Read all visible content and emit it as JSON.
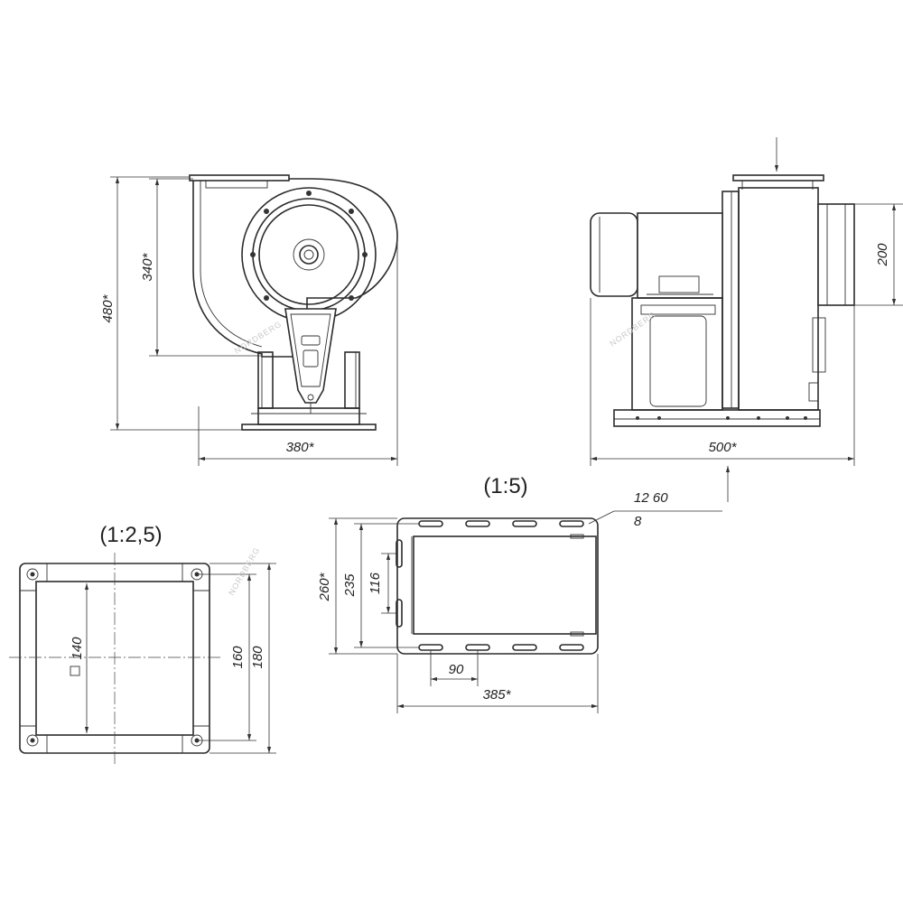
{
  "watermark": "NORDBERG",
  "front_view": {
    "dim_height_total": "480*",
    "dim_height_axis": "340*",
    "dim_width": "380*"
  },
  "side_view": {
    "dim_outlet": "200",
    "dim_length": "500*"
  },
  "flange_view": {
    "scale": "(1:2,5)",
    "dim_inner_square": "140",
    "dim_hole_pitch": "160",
    "dim_outer": "180"
  },
  "base_view": {
    "scale": "(1:5)",
    "dim_slot": "12 60",
    "dim_slot_count": "8",
    "dim_depth_total": "260*",
    "dim_depth_holes": "235",
    "dim_side_slot": "116",
    "dim_slot_pitch": "90",
    "dim_length": "385*"
  }
}
